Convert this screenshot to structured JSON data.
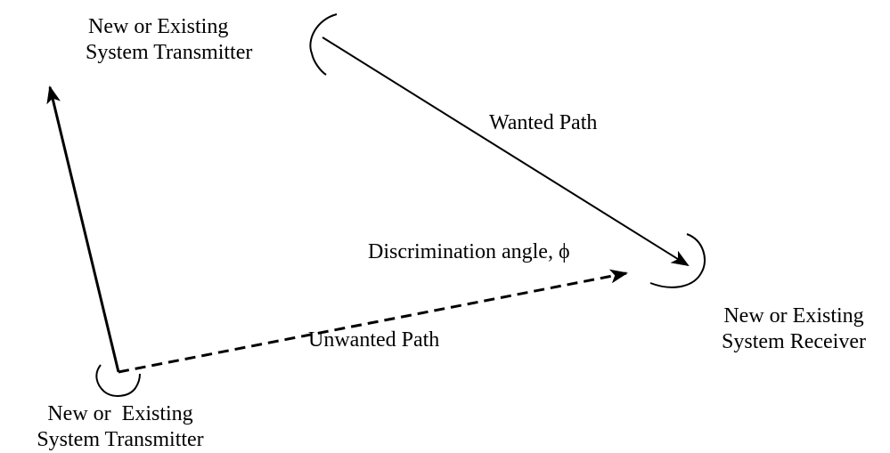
{
  "diagram": {
    "top_transmitter": {
      "line1": "New or Existing",
      "line2": "System Transmitter"
    },
    "bottom_transmitter": {
      "line1": "New or  Existing",
      "line2": "System Transmitter"
    },
    "receiver": {
      "line1": "New or Existing",
      "line2": "System Receiver"
    },
    "wanted_path_label": "Wanted Path",
    "unwanted_path_label": "Unwanted Path",
    "angle_label": "Discrimination angle, ϕ"
  },
  "colors": {
    "ink": "#000000",
    "background": "#ffffff"
  }
}
